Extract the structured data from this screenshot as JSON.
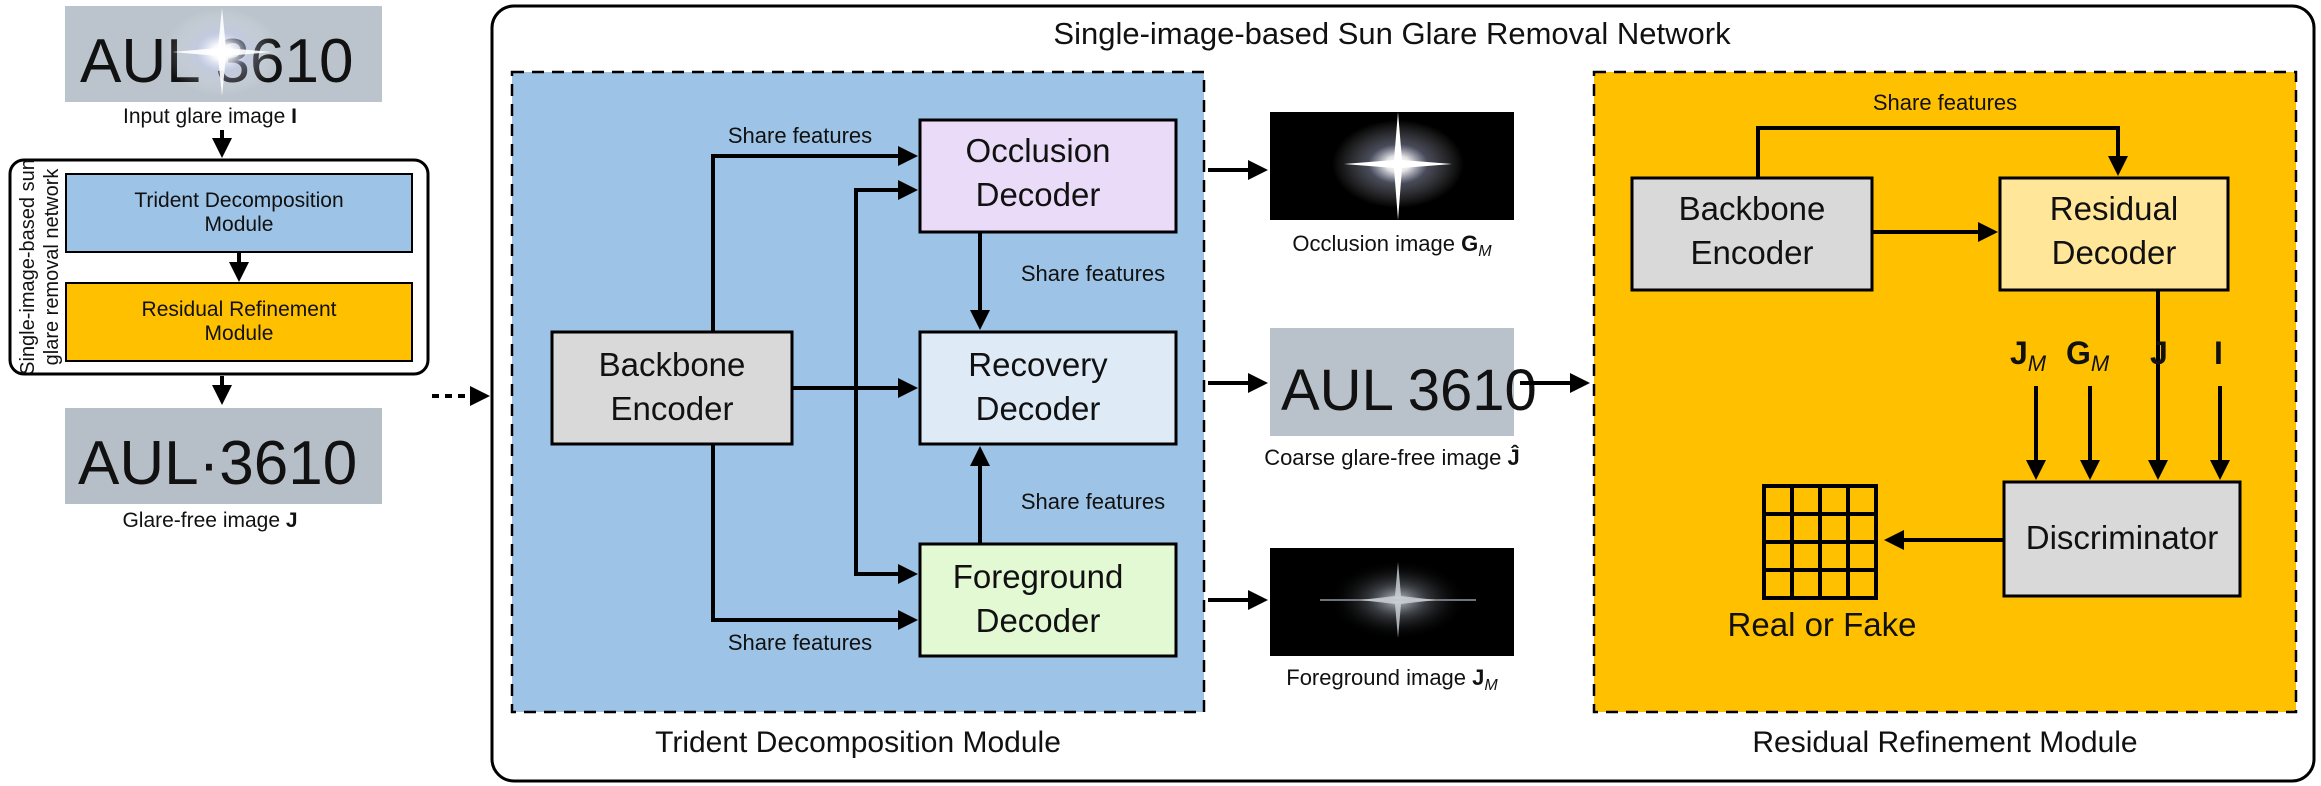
{
  "left_panel": {
    "input_caption": "Input glare image",
    "input_symbol": "I",
    "network_side_label_line1": "Single-image-based sun",
    "network_side_label_line2": "glare removal network",
    "trident_module_line1": "Trident Decomposition",
    "trident_module_line2": "Module",
    "residual_module_line1": "Residual Refinement",
    "residual_module_line2": "Module",
    "output_caption": "Glare-free image",
    "output_symbol": "J",
    "plate_text_input": "AUL 3610",
    "plate_text_output": "AUL·3610"
  },
  "main": {
    "title": "Single-image-based Sun Glare Removal Network",
    "trident": {
      "title": "Trident Decomposition Module",
      "backbone_line1": "Backbone",
      "backbone_line2": "Encoder",
      "occlusion_line1": "Occlusion",
      "occlusion_line2": "Decoder",
      "recovery_line1": "Recovery",
      "recovery_line2": "Decoder",
      "foreground_line1": "Foreground",
      "foreground_line2": "Decoder",
      "share_top": "Share features",
      "share_mid_upper": "Share features",
      "share_mid_lower": "Share features",
      "share_bottom": "Share features"
    },
    "outputs": {
      "occlusion_caption": "Occlusion image",
      "occlusion_symbol": "G",
      "occlusion_sub": "M",
      "coarse_caption": "Coarse glare-free image",
      "coarse_symbol": "Ĵ",
      "coarse_plate": "AUL 3610",
      "foreground_caption": "Foreground image",
      "foreground_symbol": "J",
      "foreground_sub": "M"
    },
    "refinement": {
      "title": "Residual Refinement Module",
      "share": "Share features",
      "backbone_line1": "Backbone",
      "backbone_line2": "Encoder",
      "residual_line1": "Residual",
      "residual_line2": "Decoder",
      "discriminator": "Discriminator",
      "real_or_fake": "Real or Fake",
      "input_jm": "J",
      "input_jm_sub": "M",
      "input_gm": "G",
      "input_gm_sub": "M",
      "input_j": "J",
      "input_i": "I"
    }
  },
  "colors": {
    "trident_bg": "#9dc3e6",
    "refinement_bg": "#ffc000",
    "backbone_fill": "#d9d9d9",
    "occlusion_fill": "#eadcf8",
    "recovery_fill": "#deebf7",
    "foreground_fill": "#e2f9d4",
    "residual_fill": "#ffe699",
    "plate_fill": "#aab3bd",
    "plate_text": "#2e3640"
  }
}
